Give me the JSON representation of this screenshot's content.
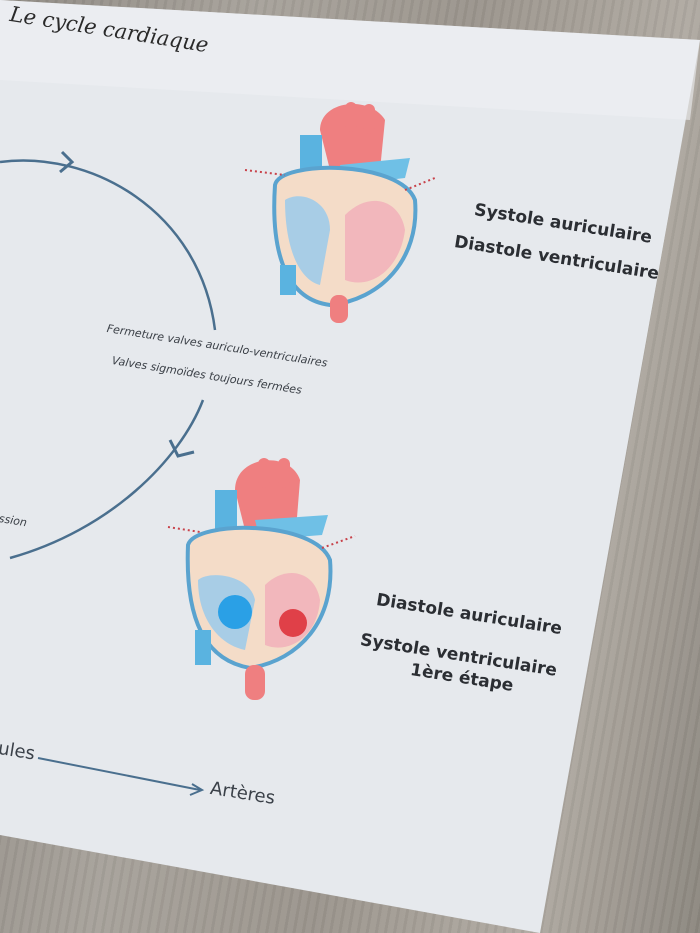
{
  "title": "Le cycle cardiaque",
  "cycle_notes": [
    "Fermeture valves auriculo-ventriculaires",
    "Valves sigmoïdes toujours fermées"
  ],
  "partial_left_text": "ssion",
  "heart_top": {
    "lines": [
      "Systole auriculaire",
      "Diastole ventriculaire"
    ]
  },
  "heart_bottom": {
    "lines": [
      "Diastole auriculaire",
      "Systole ventriculaire",
      "1ère étape"
    ]
  },
  "flow": {
    "from_partial": "ules",
    "to": "Artères"
  },
  "colors": {
    "arrow": "#4a6f8e",
    "blue": "#4aa8d8",
    "red": "#e8767a",
    "paper": "#e9ecef"
  }
}
